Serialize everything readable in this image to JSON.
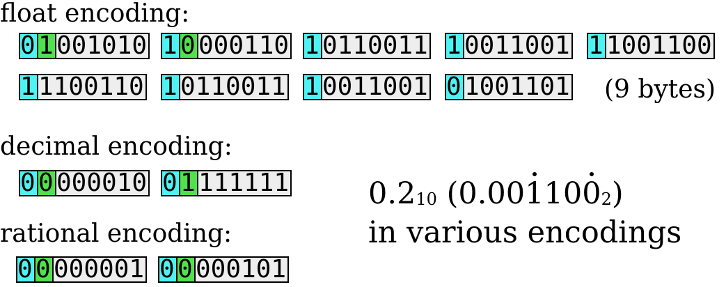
{
  "colors": {
    "sign": "#4ff2f2",
    "flag": "#52e04f",
    "data": "#eeeeee",
    "border": "#000000"
  },
  "float": {
    "heading": "float encoding:",
    "rows": [
      [
        {
          "sign": "0",
          "flag": "1",
          "data": "001010"
        },
        {
          "sign": "1",
          "flag": "0",
          "data": "000110"
        },
        {
          "sign": "1",
          "flag": "",
          "data": "0110011"
        },
        {
          "sign": "1",
          "flag": "",
          "data": "0011001"
        },
        {
          "sign": "1",
          "flag": "",
          "data": "1001100"
        }
      ],
      [
        {
          "sign": "1",
          "flag": "",
          "data": "1100110"
        },
        {
          "sign": "1",
          "flag": "",
          "data": "0110011"
        },
        {
          "sign": "1",
          "flag": "",
          "data": "0011001"
        },
        {
          "sign": "0",
          "flag": "",
          "data": "1001101"
        }
      ]
    ],
    "size_note": "(9 bytes)"
  },
  "decimal": {
    "heading": "decimal encoding:",
    "bytes": [
      {
        "sign": "0",
        "flag": "0",
        "data": "000010"
      },
      {
        "sign": "0",
        "flag": "1",
        "data": "111111"
      }
    ]
  },
  "rational": {
    "heading": "rational encoding:",
    "bytes": [
      {
        "sign": "0",
        "flag": "0",
        "data": "000001"
      },
      {
        "sign": "0",
        "flag": "0",
        "data": "000101"
      }
    ]
  },
  "caption": {
    "value": "0.2",
    "base10": "10",
    "open": " (0.00",
    "rep1": "1",
    "mid": "10",
    "rep2": "0",
    "base2": "2",
    "close": ")",
    "line2": "in various encodings"
  }
}
